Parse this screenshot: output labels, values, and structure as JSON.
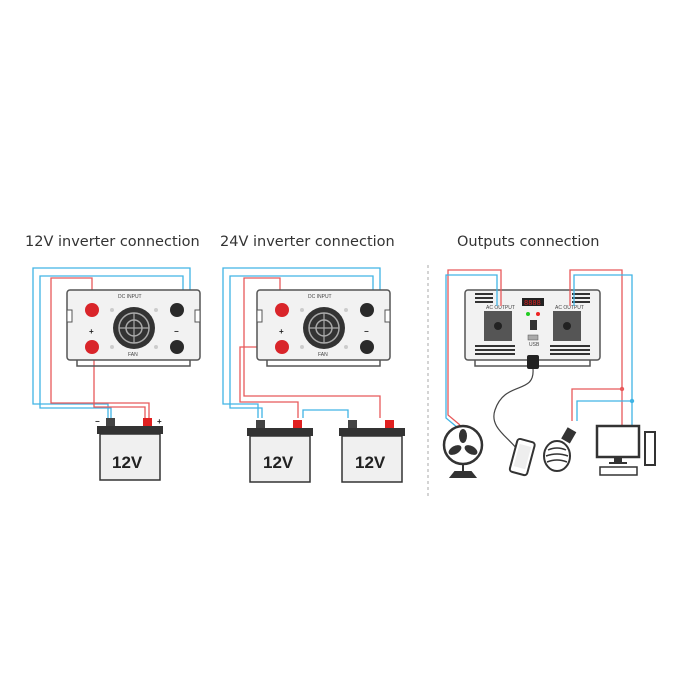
{
  "panels": {
    "p12": {
      "title": "12V inverter connection",
      "battery_label": "12V"
    },
    "p24": {
      "title": "24V inverter connection",
      "battery_label_1": "12V",
      "battery_label_2": "12V"
    },
    "out": {
      "title": "Outputs connection",
      "ac_label": "AC OUTPUT",
      "display": "8888",
      "usb_label": "USB"
    }
  },
  "inverter": {
    "dc_input": "DC INPUT",
    "fan": "FAN",
    "plus": "+",
    "minus": "−"
  },
  "battery": {
    "plus": "+",
    "minus": "−"
  },
  "colors": {
    "positive": "#e8595a",
    "negative": "#40b4e5",
    "terminal_red": "#e02020"
  }
}
